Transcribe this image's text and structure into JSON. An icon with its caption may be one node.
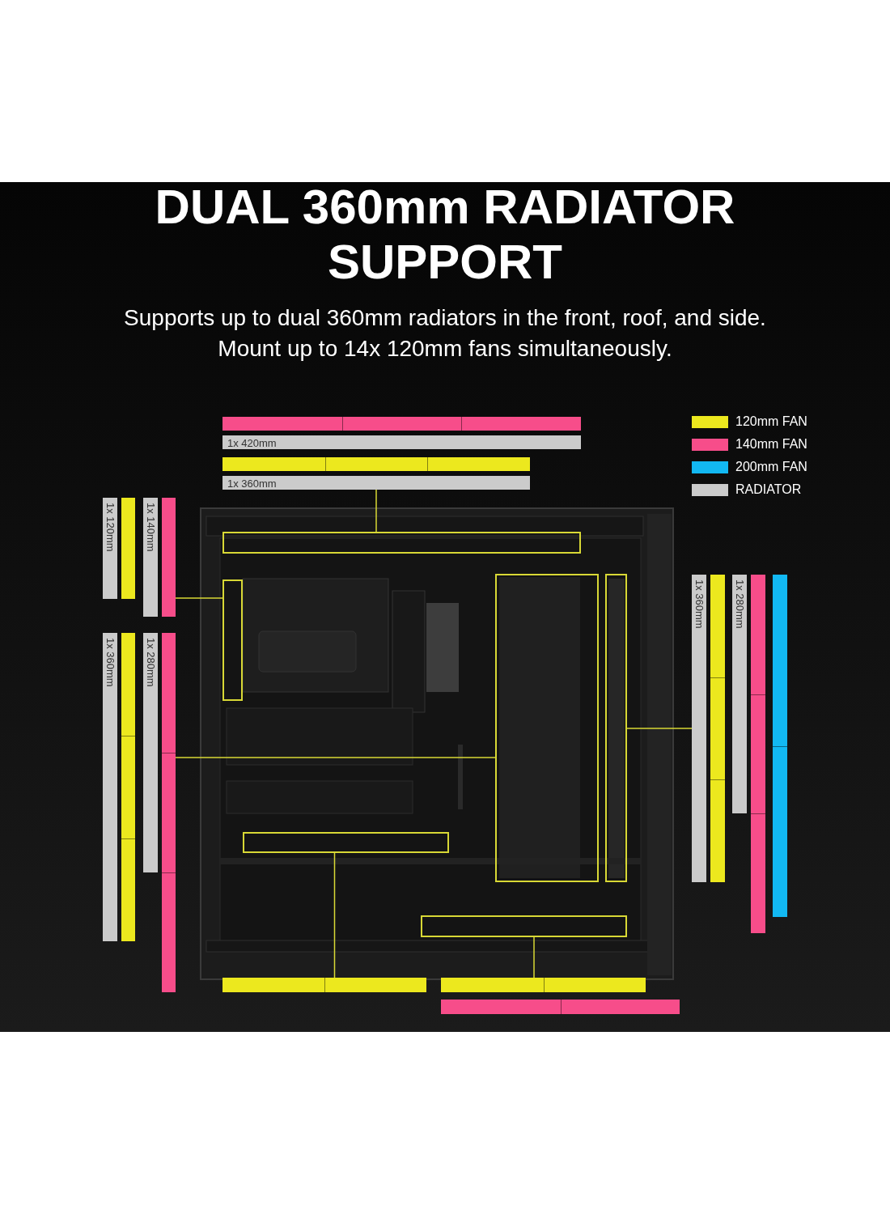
{
  "diagram": {
    "title": "DUAL 360mm RADIATOR SUPPORT",
    "caption": "Supports up to dual 360mm radiators in the front, roof, and side. Mount up to 14x 120mm fans simultaneously.",
    "nodes": [
      {
        "text": [],
        "shape": "bar"
      },
      {
        "text": [
          "1x 420mm"
        ]
      },
      {
        "text": [],
        "shape": "bar"
      },
      {
        "text": [
          "1x 360mm"
        ]
      },
      {
        "text": [
          "1x 120mm"
        ]
      },
      {
        "text": [],
        "shape": "bar"
      },
      {
        "text": [
          "1x 140mm"
        ]
      },
      {
        "text": [],
        "shape": "bar"
      },
      {
        "text": [],
        "shape": "box"
      },
      {
        "text": [],
        "shape": "box"
      },
      {
        "text": [],
        "shape": "box"
      },
      {
        "text": [],
        "shape": "box"
      },
      {
        "text": [
          "1x 360mm"
        ]
      },
      {
        "text": [],
        "shape": "bar"
      },
      {
        "text": [
          "1x 280mm"
        ]
      },
      {
        "text": [],
        "shape": "bar"
      },
      {
        "text": [],
        "shape": "bar"
      },
      {
        "text": [
          "1x 360mm"
        ]
      },
      {
        "text": [],
        "shape": "bar"
      },
      {
        "text": [
          "1x 280mm"
        ]
      },
      {
        "text": [],
        "shape": "bar"
      },
      {
        "text": [],
        "shape": "box"
      },
      {
        "text": [],
        "shape": "box"
      },
      {
        "text": [],
        "shape": "bar"
      },
      {
        "text": [],
        "shape": "bar"
      },
      {
        "text": [],
        "shape": "bar"
      }
    ],
    "edges": [
      {
        "from": 3,
        "to": 8,
        "arrow": "none"
      },
      {
        "from": 7,
        "to": 9,
        "arrow": "none"
      },
      {
        "from": 20,
        "to": 10,
        "arrow": "none"
      },
      {
        "from": 12,
        "to": 11,
        "arrow": "none"
      },
      {
        "from": 23,
        "to": 21,
        "arrow": "none"
      },
      {
        "from": 24,
        "to": 22,
        "arrow": "none"
      }
    ],
    "legend": [
      {
        "text": "120mm FAN",
        "color": "#ece81e"
      },
      {
        "text": "140mm FAN",
        "color": "#f74d8a"
      },
      {
        "text": "200mm FAN",
        "color": "#12b8f2"
      },
      {
        "text": "RADIATOR",
        "color": "#cbcbcb"
      }
    ]
  }
}
